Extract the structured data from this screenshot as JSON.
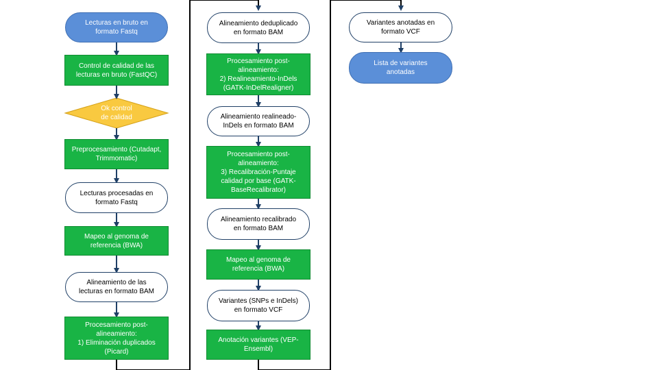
{
  "colors": {
    "terminal_blue": "#5b8fd8",
    "process_green": "#19b445",
    "decision_yellow": "#f9c940",
    "connector_dark": "#000000",
    "arrow_blue": "#1f3f66"
  },
  "columns": {
    "left": {
      "n1": "Lecturas en bruto en\nformato Fastq",
      "n2": "Control de calidad de las\nlecturas en bruto (FastQC)",
      "decision": "Ok control\nde calidad",
      "n3": "Preprocesamiento (Cutadapt,\nTrimmomatic)",
      "n4": "Lecturas procesadas en\nformato Fastq",
      "n5": "Mapeo al genoma de\nreferencia (BWA)",
      "n6": "Alineamiento de las\nlecturas en formato BAM",
      "n7": "Procesamiento post-\nalineamiento:\n1) Eliminación duplicados\n(Picard)"
    },
    "middle": {
      "n1": "Alineamiento deduplicado\nen formato BAM",
      "n2": "Procesamiento post-\nalineamiento:\n2) Realineamiento-InDels\n(GATK-InDelRealigner)",
      "n3": "Alineamiento realineado-\nInDels  en formato BAM",
      "n4": "Procesamiento post-\nalineamiento:\n3) Recalibración-Puntaje\ncalidad por base (GATK-\nBaseRecalibrator)",
      "n5": "Alineamiento recalibrado\nen formato BAM",
      "n6": "Mapeo al genoma de\nreferencia (BWA)",
      "n7": "Variantes (SNPs e InDels)\nen formato VCF",
      "n8": "Anotación variantes (VEP-\nEnsembl)"
    },
    "right": {
      "n1": "Variantes anotadas en\nformato VCF",
      "n2": "Lista de variantes\nanotadas"
    }
  }
}
